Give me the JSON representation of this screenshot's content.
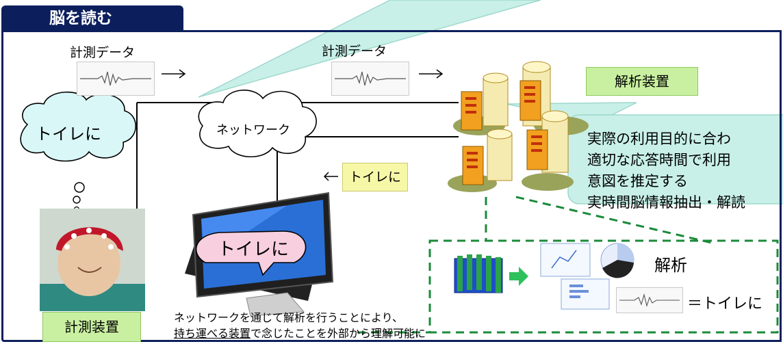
{
  "title": "脳を読む",
  "measurement_data_left": "計測データ",
  "measurement_data_right": "計測データ",
  "network_label": "ネットワーク",
  "thought_bubble": "トイレに",
  "analysis_device_label": "解析装置",
  "callout": {
    "line1": "実際の利用目的に合わ",
    "line2": "適切な応答時間で利用",
    "line3": "意図を推定する",
    "line4": "実時間脳情報抽出・解読"
  },
  "reply_label": "トイレに",
  "monitor_bubble": "トイレに",
  "analysis_label": "解析",
  "result_label": "＝トイレに",
  "measurement_device_label": "計測装置",
  "bottom_text": {
    "line1": "ネットワークを通じて解析を行うことにより、",
    "line2_underlined": "持ち運べる装置",
    "line2_rest": "で念じたことを外部から理解可能に"
  },
  "colors": {
    "title_bg": "#0c1f5c",
    "accent_green": "#1a8a3a",
    "callout_bg": "#c8f0e8"
  }
}
